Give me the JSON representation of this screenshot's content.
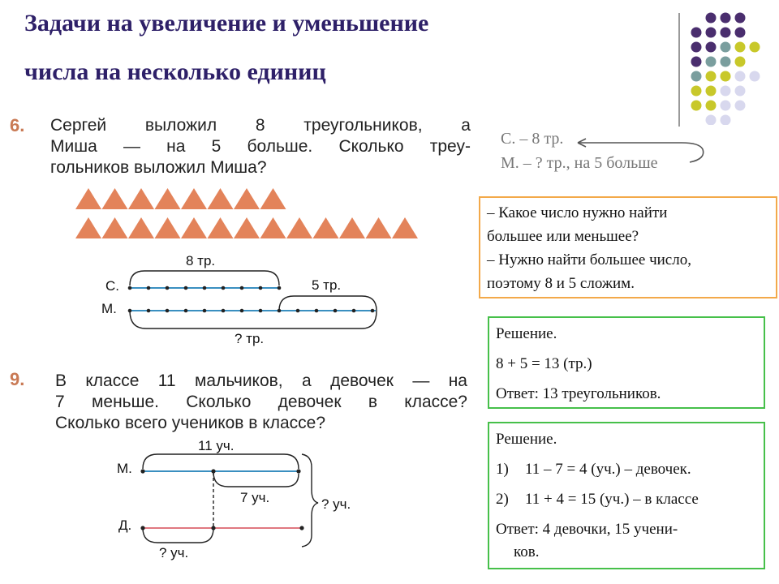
{
  "title": {
    "line1": "Задачи на увеличение  и уменьшение",
    "line2": "числа на несколько единиц"
  },
  "problem6": {
    "number": "6.",
    "lines": [
      "Сергей выложил 8 треугольников, а",
      "Миша — на 5 больше. Сколько треу-",
      "гольников выложил Миша?"
    ],
    "triangles_row1": 8,
    "triangles_row2": 13,
    "triangle_color": "#e3835a",
    "label_top": "8 тр.",
    "label_diff": "5 тр.",
    "label_bottom": "? тр.",
    "label_s": "С.",
    "label_m": "М."
  },
  "note": {
    "line1": "С. – 8 тр.",
    "line2": "М. – ? тр., на 5 больше"
  },
  "question_box": {
    "lines": [
      "– Какое число нужно найти",
      "большее или меньшее?",
      "– Нужно найти большее число,",
      "поэтому 8 и 5 сложим."
    ],
    "border_color": "#f3a94a"
  },
  "solution1": {
    "heading": "Решение.",
    "equation": "8 + 5 = 13 (тр.)",
    "answer": "Ответ: 13 треугольников.",
    "border_color": "#46c04a"
  },
  "problem9": {
    "number": "9.",
    "lines": [
      "В классе 11 мальчиков, а девочек — на",
      "7 меньше. Сколько девочек в классе?",
      "Сколько всего учеников в классе?"
    ],
    "label_top": "11 уч.",
    "label_diff": "7 уч.",
    "label_total": "? уч.",
    "label_bottom": "? уч.",
    "label_m": "М.",
    "label_d": "Д.",
    "boys_color": "#3a8fc0",
    "girls_color": "#e07880"
  },
  "solution2": {
    "heading": "Решение.",
    "steps": [
      {
        "num": "1)",
        "text": "11 – 7 = 4 (уч.) – девочек."
      },
      {
        "num": "2)",
        "text": "11 + 4 = 15 (уч.) – в классе"
      }
    ],
    "answer_line1": "Ответ: 4 девочки, 15 учени-",
    "answer_line2": "ков.",
    "border_color": "#46c04a"
  },
  "decor": {
    "dot_colors": {
      "purple": "#4a2e6e",
      "teal": "#7a9e9e",
      "yellow": "#c8c82a",
      "lavender": "#d8d8ee"
    }
  }
}
